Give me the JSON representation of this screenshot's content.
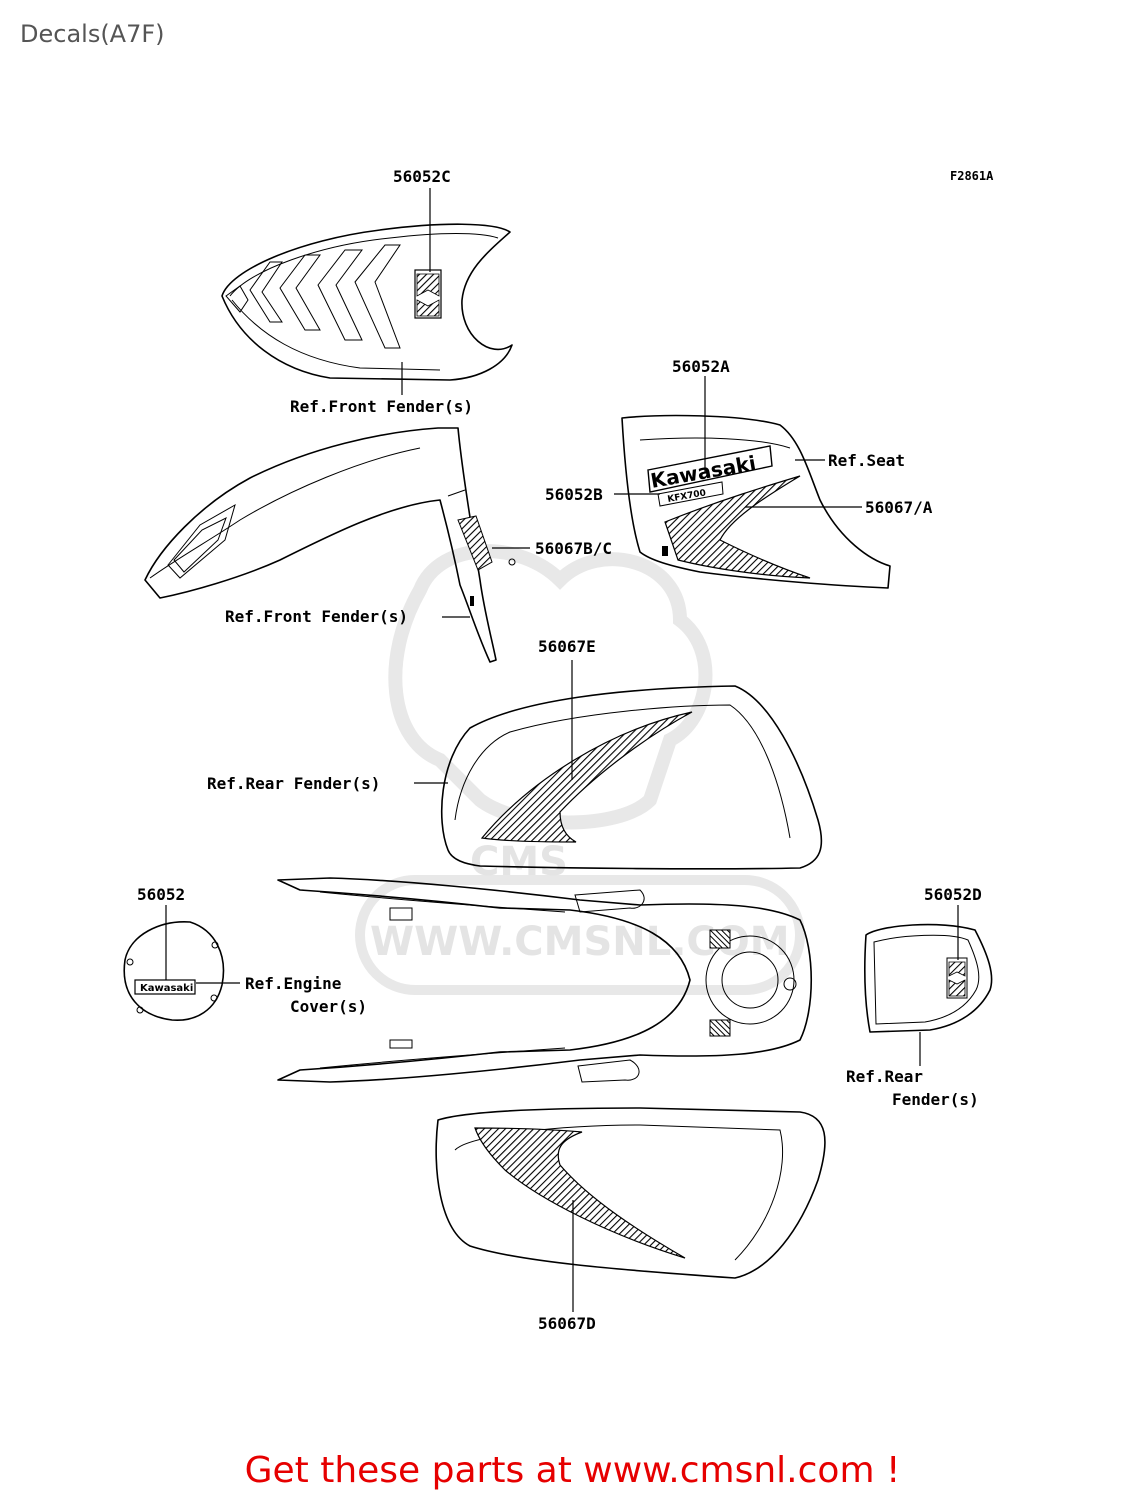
{
  "page": {
    "title": "Decals(A7F)",
    "figure_code": "F2861A",
    "footer": "Get these parts at www.cmsnl.com !"
  },
  "parts": {
    "p56052C": "56052C",
    "p56052A": "56052A",
    "p56052B": "56052B",
    "p56067A": "56067/A",
    "p56067BC": "56067B/C",
    "p56067E": "56067E",
    "p56052": "56052",
    "p56052D": "56052D",
    "p56067D": "56067D"
  },
  "refs": {
    "front_fender_top": "Ref.Front Fender(s)",
    "seat": "Ref.Seat",
    "front_fender_mid": "Ref.Front Fender(s)",
    "rear_fender_left": "Ref.Rear Fender(s)",
    "engine_cover_line1": "Ref.Engine",
    "engine_cover_line2": "Cover(s)",
    "rear_fender_right_line1": "Ref.Rear",
    "rear_fender_right_line2": "Fender(s)"
  },
  "decal_text": {
    "brand": "Kawasaki",
    "model": "KFX700",
    "engine_badge": "Kawasaki"
  },
  "watermark": {
    "site": "WWW.CMSNL.COM",
    "logo": "CMS"
  },
  "colors": {
    "footer": "#e60000",
    "title": "#555555",
    "watermark": "#e4e4e4"
  }
}
